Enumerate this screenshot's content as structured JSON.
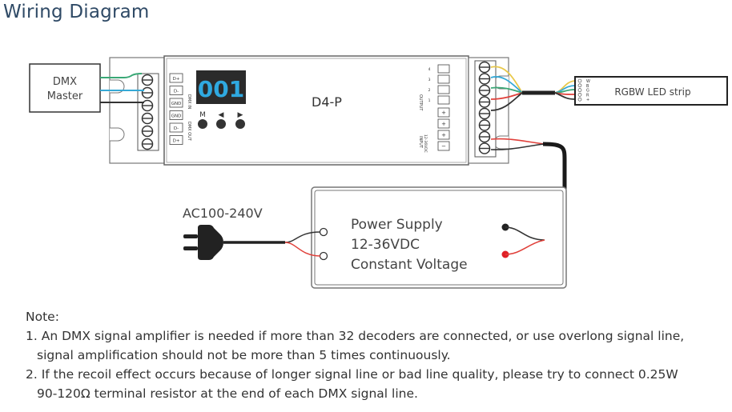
{
  "title": "Wiring Diagram",
  "dmx_master": {
    "line1": "DMX",
    "line2": "Master"
  },
  "device": {
    "model": "D4-P",
    "display": "001",
    "buttons": [
      "M",
      "◀",
      "▶"
    ],
    "dmx_ports": [
      "D+",
      "D-",
      "GND",
      "GND",
      "D-",
      "D+"
    ],
    "dmx_in_label": "DMX IN",
    "dmx_out_label": "DMX OUT",
    "output_label": "OUTPUT",
    "output_channels": [
      "4",
      "3",
      "2",
      "1"
    ],
    "output_terminals": [
      "+",
      "+"
    ],
    "input_label": "INPUT",
    "input_voltage": "12-36VDC",
    "input_terminals": [
      "+",
      "−"
    ]
  },
  "led_strip": {
    "label": "RGBW LED strip",
    "pins": [
      "W",
      "B",
      "G",
      "R",
      "+"
    ]
  },
  "ac_label": "AC100-240V",
  "power_supply": {
    "line1": "Power Supply",
    "line2": "12-36VDC",
    "line3": "Constant Voltage"
  },
  "notes": {
    "heading": "Note:",
    "items": [
      {
        "line1": "1. An DMX signal amplifier is needed if more than 32 decoders are connected, or use overlong signal line,",
        "line2": "signal amplification should not be more than 5 times continuously."
      },
      {
        "line1": "2. If the recoil effect occurs because of longer signal line or bad line quality, please try to connect 0.25W",
        "line2": "90-120Ω terminal resistor at the end of each DMX signal line."
      }
    ]
  },
  "colors": {
    "title": "#2f4a66",
    "wire_green": "#3aa876",
    "wire_blue": "#36a9d6",
    "wire_yellow": "#e8c84a",
    "wire_red": "#e0403a",
    "display_digits": "#2fa9e0",
    "display_bg": "#2b2b2b"
  }
}
